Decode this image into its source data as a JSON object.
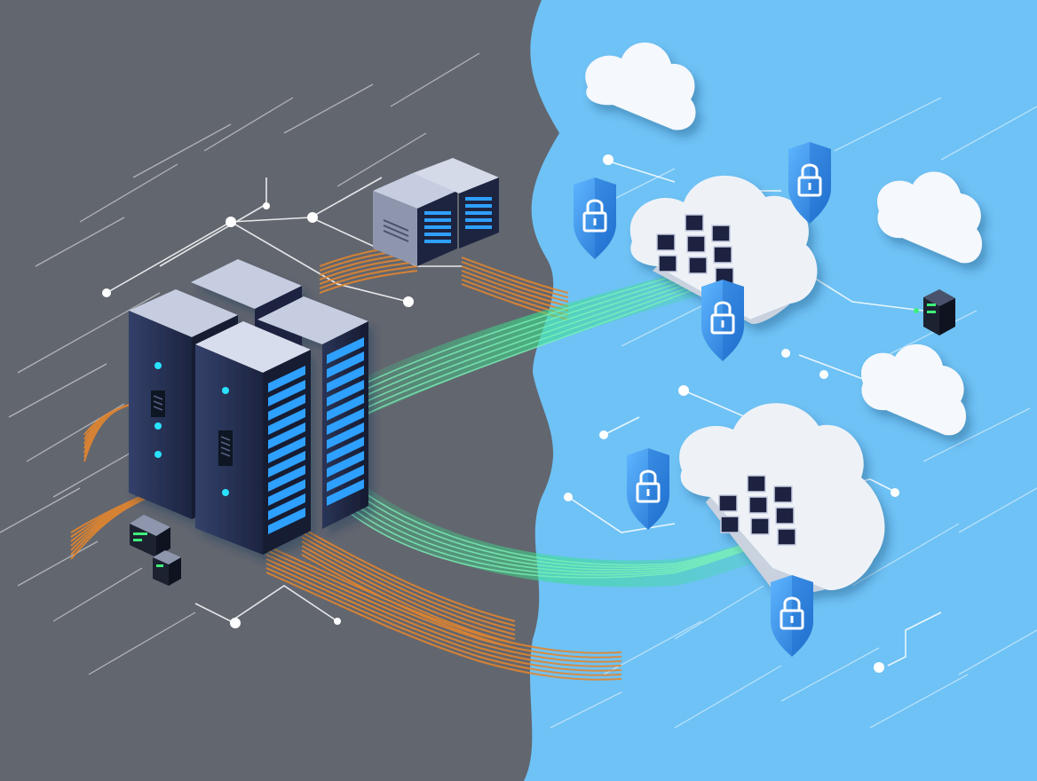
{
  "colors": {
    "dark_side": "#62666f",
    "cloud_side": "#6ec2f5",
    "rack_body": "#2a3250",
    "rack_top": "#c6cde0",
    "rack_led": "#29e2ff",
    "cloud": "#f3f6fa",
    "shield": "#3f9ff0",
    "shield_dark": "#1f6fcf",
    "cable_orange": "#e3862e",
    "beam_green": "#3be08c",
    "circuit_line": "#ffffff"
  },
  "icons": {
    "server": "server-rack-icon",
    "cloud": "cloud-datacenter-icon",
    "shield": "lock-shield-icon",
    "device": "network-switch-icon"
  },
  "elements": {
    "clouds_large": 2,
    "clouds_small": 3,
    "shields": 5,
    "server_racks": 4,
    "storage_units": 2
  }
}
